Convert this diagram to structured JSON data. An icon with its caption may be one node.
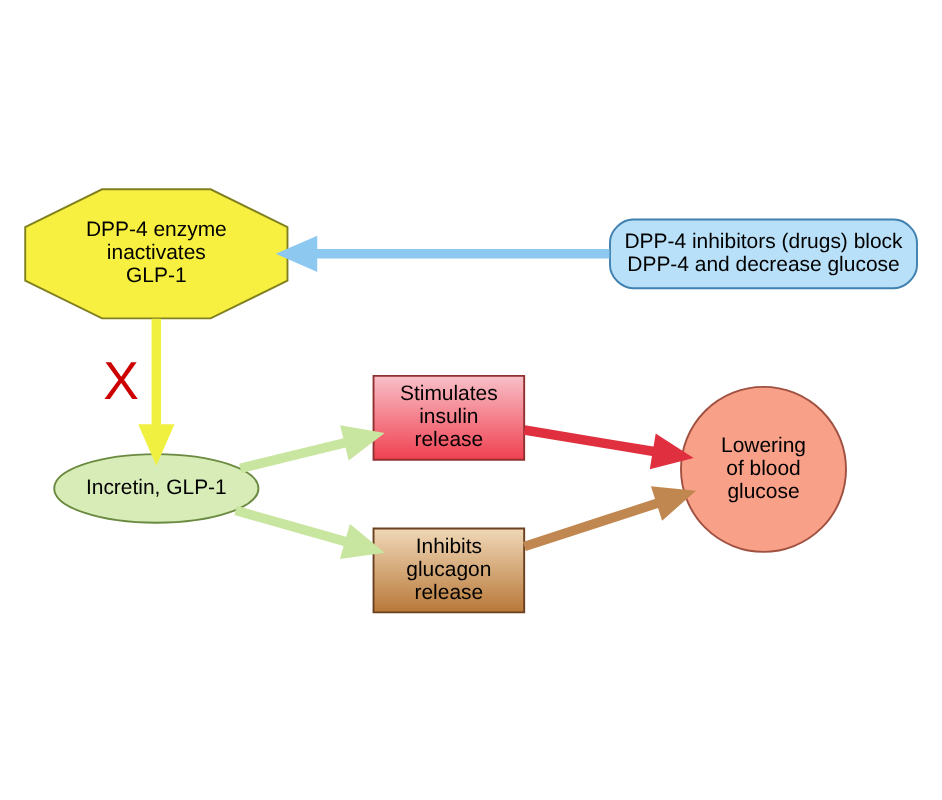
{
  "diagram": {
    "nodes": [
      {
        "text": [
          "Incretin, GLP-1"
        ]
      },
      {
        "text": [
          "Stimulates insulin release"
        ]
      },
      {
        "text": [
          "Inhibits glucagon release"
        ]
      },
      {
        "text": [
          "Lowering of blood glucose"
        ]
      },
      {
        "text": [
          "DPP-4 enzyme inactivates GLP-1"
        ]
      },
      {
        "text": [
          "DPP-4 inhibitors (drugs) block DPP-4 and decrease glucose"
        ]
      }
    ],
    "edges": [
      {
        "from": 0,
        "to": 1,
        "arrow": "to",
        "color": "#c8e6a0"
      },
      {
        "from": 0,
        "to": 2,
        "arrow": "to",
        "color": "#c8e6a0"
      },
      {
        "from": 1,
        "to": 3,
        "arrow": "to",
        "color": "#e03040"
      },
      {
        "from": 2,
        "to": 3,
        "arrow": "to",
        "color": "#c08850"
      },
      {
        "from": 4,
        "to": 0,
        "arrow": "to",
        "color": "#f0f040",
        "label": "X"
      },
      {
        "from": 5,
        "to": 4,
        "arrow": "to",
        "color": "#8cc8f0"
      }
    ]
  }
}
